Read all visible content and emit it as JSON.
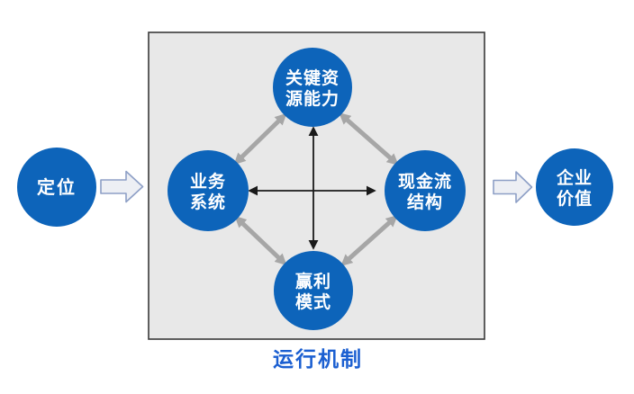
{
  "diagram": {
    "box_label": "运行机制",
    "nodes": {
      "positioning": {
        "label": "定位"
      },
      "key_resources": {
        "line1": "关键资",
        "line2": "源能力"
      },
      "business_system": {
        "line1": "业务",
        "line2": "系统"
      },
      "cash_flow": {
        "line1": "现金流",
        "line2": "结构"
      },
      "profit_model": {
        "line1": "赢利",
        "line2": "模式"
      },
      "enterprise_value": {
        "line1": "企业",
        "line2": "价值"
      }
    },
    "colors": {
      "node_blue": "#0d64ba",
      "box_fill": "#e8e8e8",
      "box_border": "#3a3a3a",
      "gray_arrow": "#a6a6a6",
      "black_arrow": "#1a1a1a",
      "block_arrow_fill": "#edeff4",
      "block_arrow_stroke": "#8d9fc6",
      "label_blue": "#1b5fd1"
    }
  }
}
